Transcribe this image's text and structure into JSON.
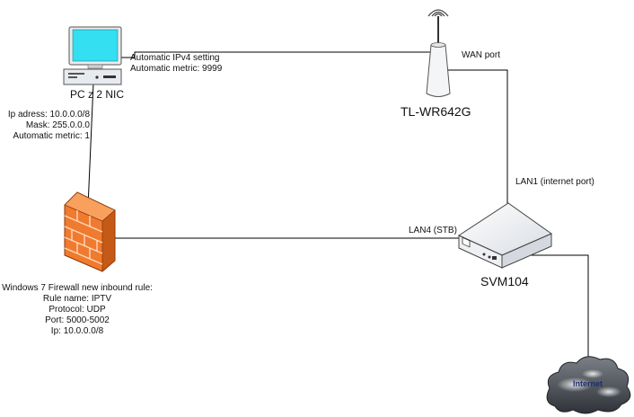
{
  "nodes": {
    "pc": {
      "label": "PC z 2 NIC"
    },
    "router": {
      "label": "TL-WR642G"
    },
    "svm": {
      "label": "SVM104"
    },
    "internet": {
      "label": "Internet"
    }
  },
  "links": {
    "pc_router": {
      "line1": "Automatic IPv4 setting",
      "line2": "Automatic metric: 9999"
    },
    "pc_firewall": {
      "line1": "Ip adress: 10.0.0.0/8",
      "line2": "Mask: 255.0.0.0",
      "line3": "Automatic metric: 1"
    },
    "router_svm": {
      "wan": "WAN port",
      "lan1": "LAN1 (internet port)"
    },
    "firewall_svm": {
      "lan4": "LAN4 (STB)"
    }
  },
  "firewall_rule": {
    "title": "Windows 7 Firewall new inbound rule:",
    "rule_name": "Rule name: IPTV",
    "protocol": "Protocol: UDP",
    "port": "Port: 5000-5002",
    "ip": "Ip: 10.0.0.0/8"
  },
  "colors": {
    "line": "#000000",
    "monitor_screen": "#33dff0",
    "firewall": "#f07a2e",
    "cloud": "#4a4f57"
  }
}
